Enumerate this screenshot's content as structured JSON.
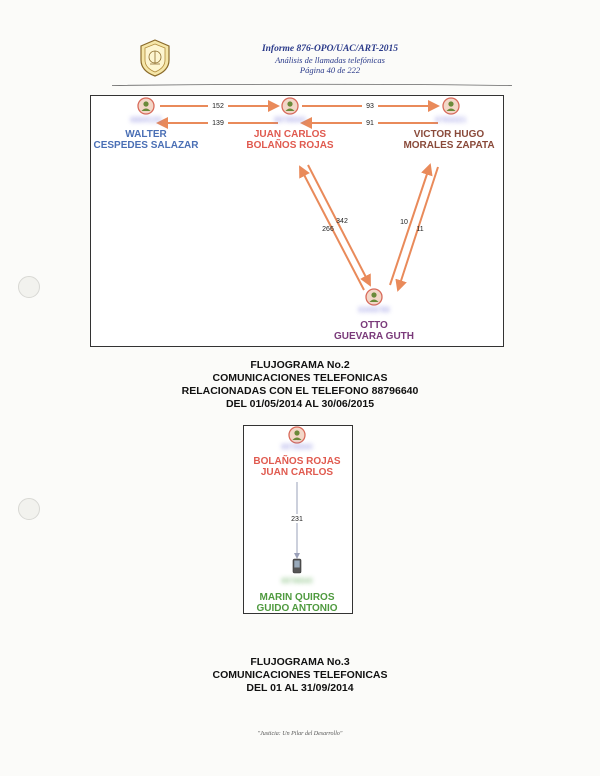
{
  "header": {
    "line1": "Informe 876-OPO/UAC/ART-2015",
    "line2": "Análisis de llamadas telefónicas",
    "line3": "Página 40 de 222"
  },
  "diagram1": {
    "nodes": [
      {
        "name_line1": "WALTER",
        "name_line2": "CESPEDES SALAZAR",
        "number": "88845155",
        "color": "#4a6fb5"
      },
      {
        "name_line1": "JUAN CARLOS",
        "name_line2": "BOLAÑOS ROJAS",
        "number": "88796640",
        "color": "#e05a4f"
      },
      {
        "name_line1": "VICTOR HUGO",
        "name_line2": "MORALES ZAPATA",
        "number": "87654321",
        "color": "#8a4a3a"
      },
      {
        "name_line1": "OTTO",
        "name_line2": "GUEVARA GUTH",
        "number": "83456789",
        "color": "#7a3a7a"
      }
    ],
    "edges": [
      {
        "label": "152"
      },
      {
        "label": "139"
      },
      {
        "label": "93"
      },
      {
        "label": "91"
      },
      {
        "label": "342"
      },
      {
        "label": "266"
      },
      {
        "label": "10"
      },
      {
        "label": "11"
      }
    ]
  },
  "caption1": {
    "line1": "FLUJOGRAMA  No.2",
    "line2": "COMUNICACIONES TELEFONICAS",
    "line3": "RELACIONADAS CON EL TELEFONO 88796640",
    "line4": "DEL 01/05/2014 AL 30/06/2015"
  },
  "diagram2": {
    "top_node": {
      "name_line1": "BOLAÑOS ROJAS",
      "name_line2": "JUAN CARLOS",
      "number": "88796640",
      "color": "#e05a4f"
    },
    "bottom_node": {
      "name_line1": "MARIN QUIROS",
      "name_line2": "GUIDO ANTONIO",
      "number": "88796640",
      "color": "#4f9a3f"
    },
    "edge_label": "231"
  },
  "caption2": {
    "line1": "FLUJOGRAMA  No.3",
    "line2": "COMUNICACIONES TELEFONICAS",
    "line3": "DEL 01 AL 31/09/2014"
  },
  "footer": {
    "text": "\"Justicia: Un Pilar del Desarrollo\""
  },
  "colors": {
    "edge": "#e98a5a",
    "edge2": "#9aa0b8"
  }
}
